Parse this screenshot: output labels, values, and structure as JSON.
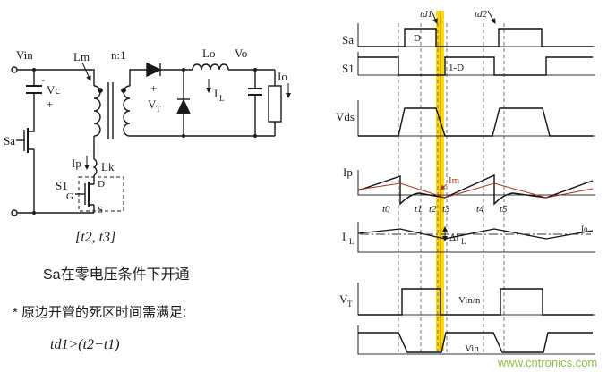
{
  "watermark": "www.cntronics.com",
  "colors": {
    "highlight_band": "#ffd900",
    "im_red": "#a63a1e",
    "watermark_green": "#8bc34a"
  },
  "circuit": {
    "labels": {
      "vin": "Vin",
      "minus": "-",
      "vc": "Vc",
      "plus_vc": "+",
      "sa": "Sa",
      "lm": "Lm",
      "ratio": "n:1",
      "ip": "Ip",
      "lk": "Lk",
      "s1": "S1",
      "drain": "D",
      "gate": "G",
      "source": "S",
      "plus_vt": "+",
      "vt_main": "V",
      "vt_sub": "T",
      "il_main": "I",
      "il_sub": "L",
      "lo": "Lo",
      "vo": "Vo",
      "io": "Io"
    },
    "captions": {
      "interval": "[t2, t3]",
      "zvs": "Sa在零电压条件下开通",
      "deadtime_note": "* 原边开管的死区时间需满足:",
      "formula": "td1>(t2−t1)"
    }
  },
  "timing": {
    "row_labels": {
      "sa": "Sa",
      "s1": "S1",
      "vds": "Vds",
      "ip": "Ip",
      "il_main": "I",
      "il_sub": "L",
      "vt_main": "V",
      "vt_sub": "T"
    },
    "annotations": {
      "td1": "td1",
      "td2": "td2",
      "duty": "D",
      "duty_comp": "1-D",
      "im": "Im",
      "delta_il_main": "ΔI",
      "delta_il_sub": "L",
      "io": "Io",
      "vin_over_n": "Vin/n",
      "vin": "Vin"
    },
    "time_labels": [
      "t0",
      "t1",
      "t2",
      "t3",
      "t4",
      "t5"
    ]
  }
}
